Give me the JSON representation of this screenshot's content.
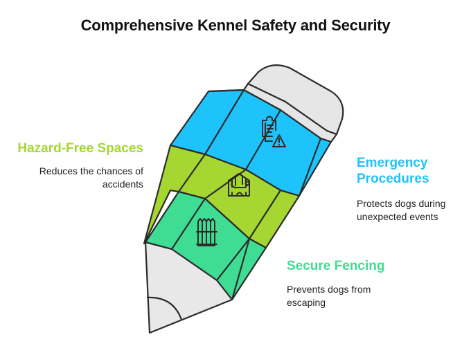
{
  "title": "Comprehensive Kennel Safety and Security",
  "sections": [
    {
      "id": "emergency-procedures",
      "title_line1": "Emergency",
      "title_line2": "Procedures",
      "description_line1": "Protects dogs during",
      "description_line2": "unexpected events",
      "color": "#1EC3FB",
      "icon": "clipboard-warning-icon"
    },
    {
      "id": "hazard-free-spaces",
      "title": "Hazard-Free Spaces",
      "description_line1": "Reduces the chances of",
      "description_line2": "accidents",
      "color": "#A5D631",
      "icon": "dog-house-icon"
    },
    {
      "id": "secure-fencing",
      "title": "Secure Fencing",
      "description_line1": "Prevents dogs from",
      "description_line2": "escaping",
      "color": "#3FDC93",
      "icon": "fence-icon"
    }
  ],
  "colors": {
    "eraser": "#E6E6E6",
    "tip": "#E8E8E8",
    "outline": "#2B2B2B"
  }
}
